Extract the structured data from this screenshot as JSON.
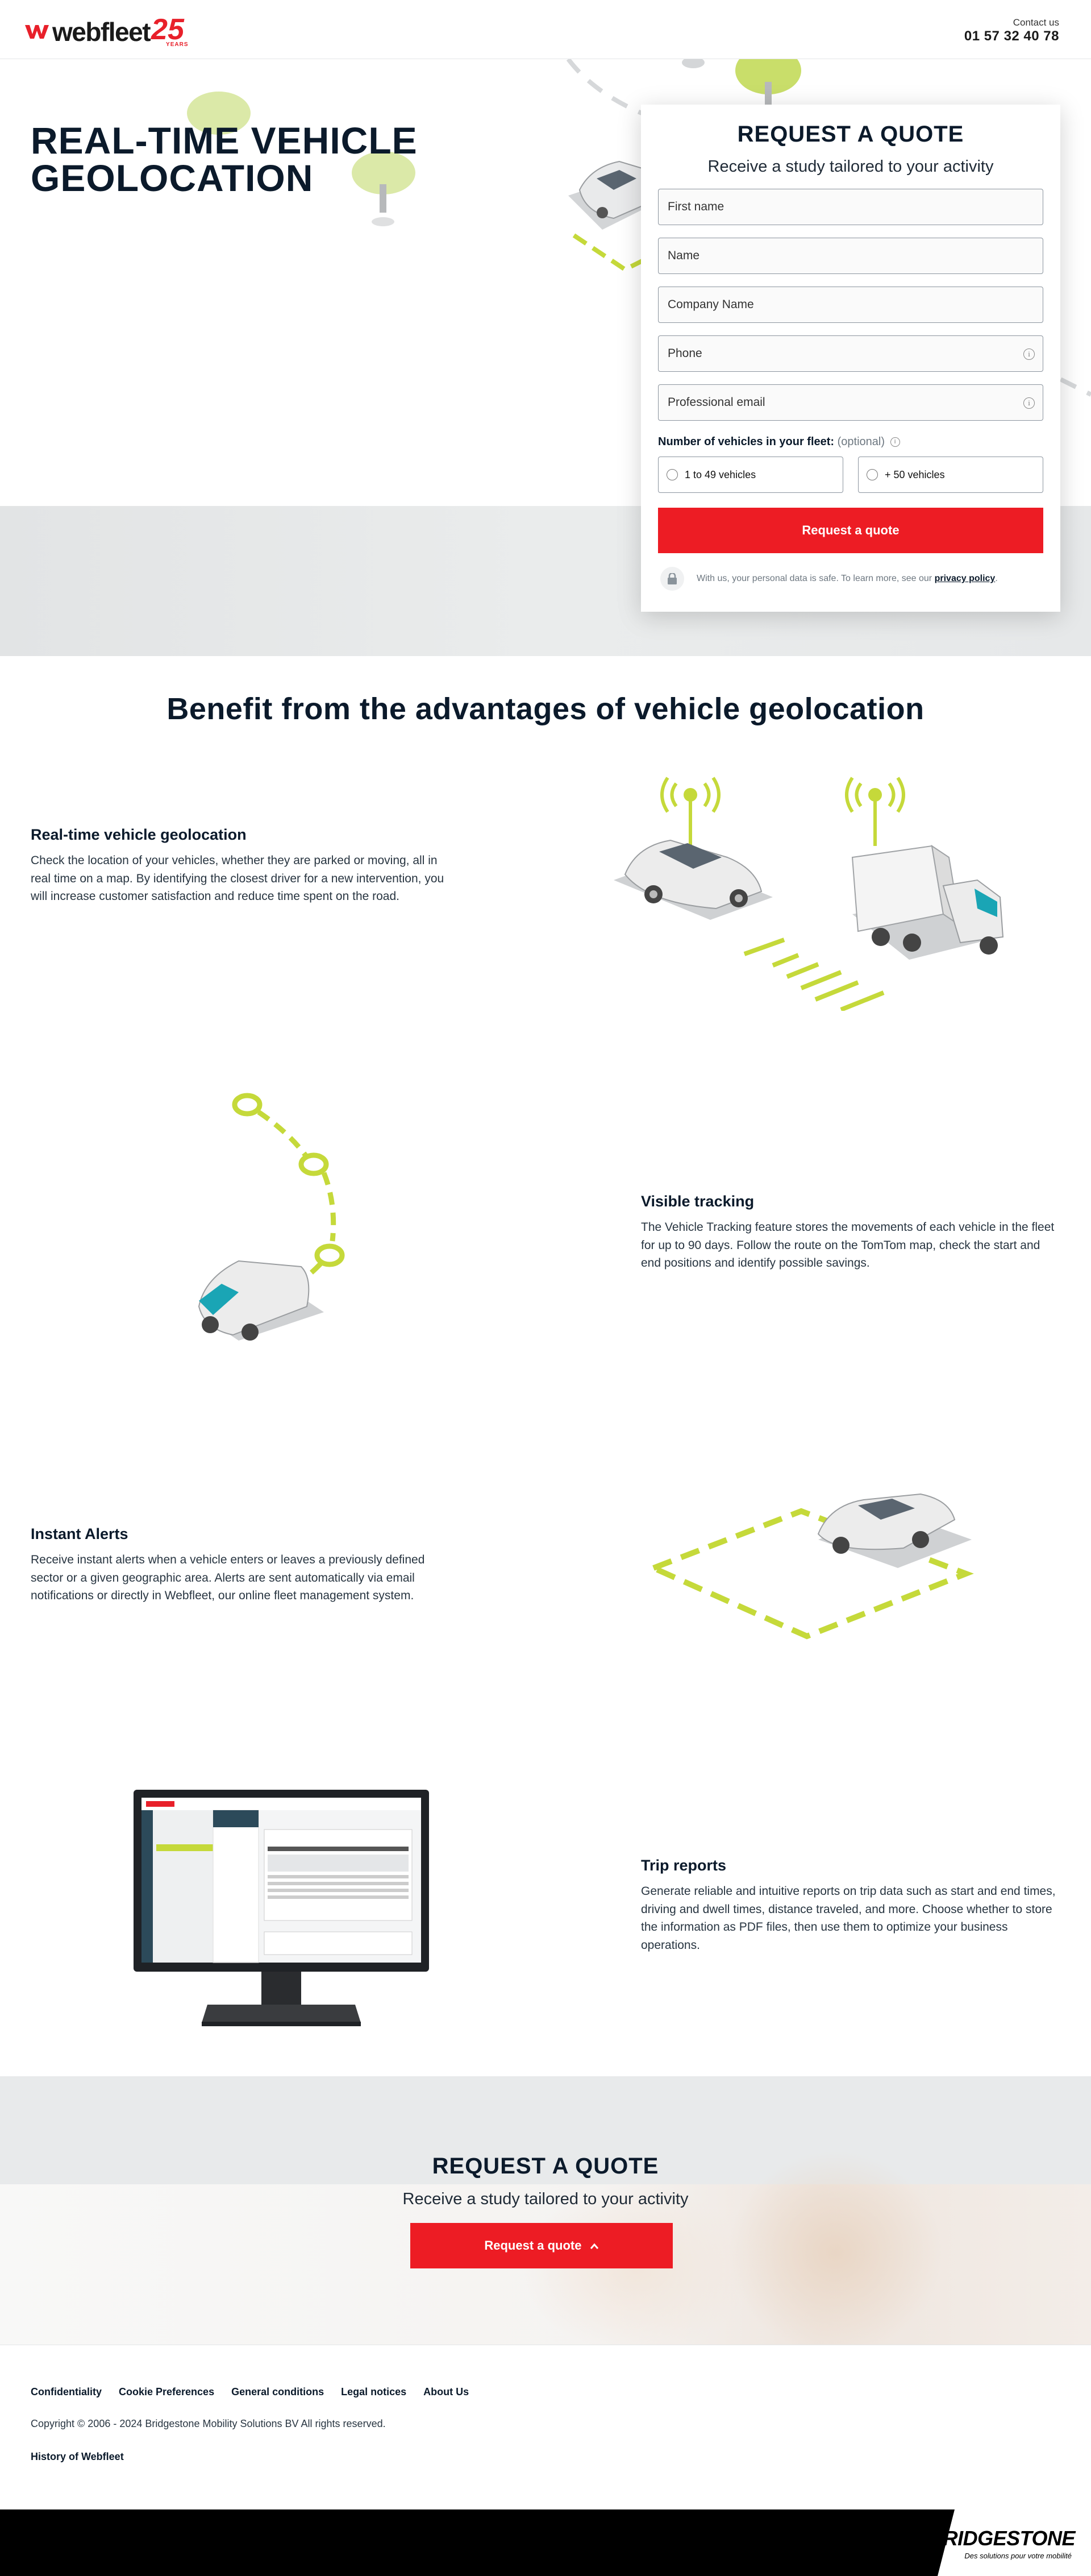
{
  "header": {
    "logo_text": "webfleet",
    "logo_badge_number": "25",
    "logo_badge_label": "YEARS",
    "contact_label": "Contact us",
    "contact_phone": "01 57 32 40 78"
  },
  "hero": {
    "title_line1": "REAL-TIME VEHICLE",
    "title_line2": "GEOLOCATION"
  },
  "form": {
    "title": "REQUEST A QUOTE",
    "subtitle": "Receive a study tailored to your activity",
    "fields": {
      "first_name": "First name",
      "name": "Name",
      "company": "Company Name",
      "phone": "Phone",
      "email": "Professional email"
    },
    "vehicles_label": "Number of vehicles in your fleet:",
    "vehicles_optional": "(optional)",
    "options": [
      "1 to 49 vehicles",
      "+ 50 vehicles"
    ],
    "submit_label": "Request a quote",
    "privacy_text": "With us, your personal data is safe. To learn more, see our",
    "privacy_link": "privacy policy",
    "privacy_end": "."
  },
  "benefits": {
    "title": "Benefit from the advantages of vehicle geolocation",
    "items": [
      {
        "title": "Real-time vehicle geolocation",
        "text": "Check the location of your vehicles, whether they are parked or moving, all in real time on a map. By identifying the closest driver for a new intervention, you will increase customer satisfaction and reduce time spent on the road."
      },
      {
        "title": "Visible tracking",
        "text": "The Vehicle Tracking feature stores the movements of each vehicle in the fleet for up to 90 days. Follow the route on the TomTom map, check the start and end positions and identify possible savings."
      },
      {
        "title": "Instant Alerts",
        "text": "Receive instant alerts when a vehicle enters or leaves a previously defined sector or a given geographic area. Alerts are sent automatically via email notifications or directly in Webfleet, our online fleet management system."
      },
      {
        "title": "Trip reports",
        "text": "Generate reliable and intuitive reports on trip data such as start and end times, driving and dwell times, distance traveled, and more. Choose whether to store the information as PDF files, then use them to optimize your business operations."
      }
    ]
  },
  "cta": {
    "title": "REQUEST A QUOTE",
    "subtitle": "Receive a study tailored to your activity",
    "button_label": "Request a quote"
  },
  "footer": {
    "links": [
      "Confidentiality",
      "Cookie Preferences",
      "General conditions",
      "Legal notices",
      "About Us"
    ],
    "copyright": "Copyright © 2006 - 2024 Bridgestone Mobility Solutions BV All rights reserved.",
    "history_link": "History of Webfleet"
  },
  "brand": {
    "logo_text": "BRIDGESTONE",
    "tagline": "Des solutions pour votre mobilité"
  },
  "colors": {
    "accent_red": "#ed1c24",
    "lime": "#c5d93a",
    "navy": "#0b1a2b"
  }
}
